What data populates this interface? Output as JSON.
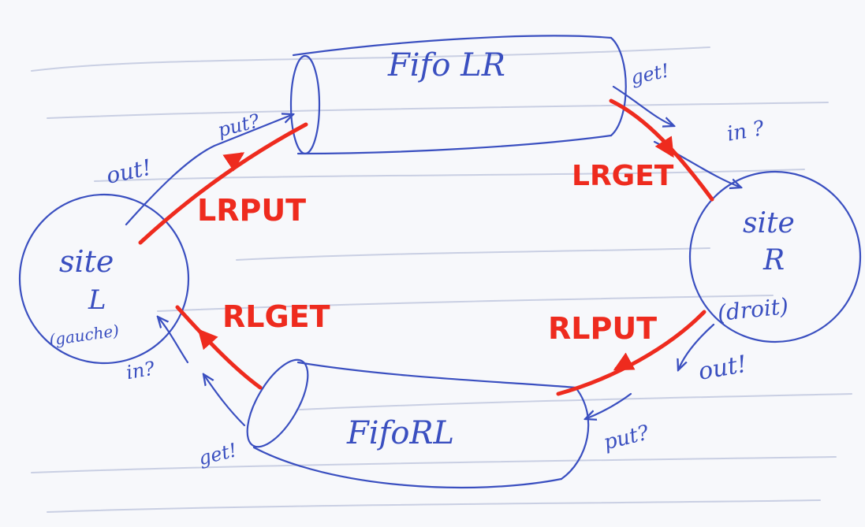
{
  "nodes": {
    "site_l": {
      "line1": "site",
      "line2": "L",
      "line3": "(gauche)"
    },
    "site_r": {
      "line1": "site",
      "line2": "R",
      "line3": "(droit)"
    },
    "fifo_lr": {
      "label": "Fifo LR"
    },
    "fifo_rl": {
      "label": "FifoRL"
    }
  },
  "ports": {
    "out_l": "out!",
    "in_l": "in?",
    "put_lr": "put?",
    "get_lr": "get!",
    "in_r": "in ?",
    "out_r": "out!",
    "put_rl": "put?",
    "get_rl": "get!"
  },
  "transitions": {
    "lrput": "LRPUT",
    "lrget": "LRGET",
    "rlput": "RLPUT",
    "rlget": "RLGET"
  },
  "colors": {
    "ink": "#3a4fc0",
    "highlight": "#ee2b1e",
    "paper": "#f7f8fb"
  }
}
